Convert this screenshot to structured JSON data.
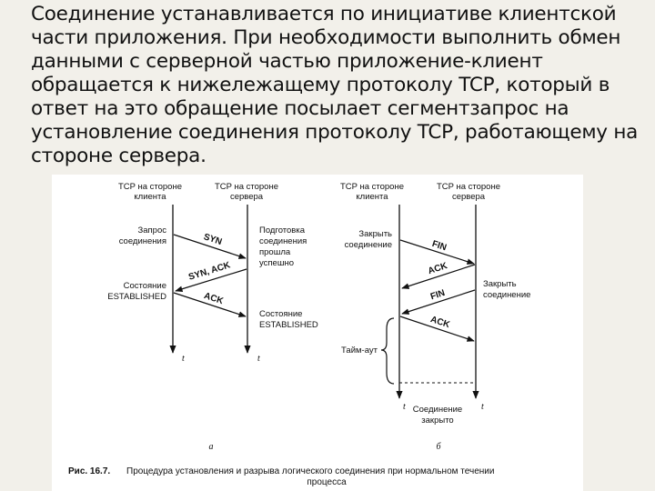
{
  "slide": {
    "paragraph": "Соединение устанавливается по инициативе клиентской части приложения. При необходимости выполнить обмен данными с серверной частью приложение-клиент обращается к нижележащему протоколу TCP, который в ответ на это обращение посылает сегментзапрос на установление соединения протоколу TCP, работающему на стороне сервера."
  },
  "figure": {
    "a": {
      "client_header": [
        "TCP на стороне",
        "клиента"
      ],
      "server_header": [
        "TCP на стороне",
        "сервера"
      ],
      "request_label": [
        "Запрос",
        "соединения"
      ],
      "prepare_label": [
        "Подготовка",
        "соединения",
        "прошла",
        "успешно"
      ],
      "client_state": [
        "Состояние",
        "ESTABLISHED"
      ],
      "server_state": [
        "Состояние",
        "ESTABLISHED"
      ],
      "msg_syn": "SYN",
      "msg_synack": "SYN, ACK",
      "msg_ack": "ACK",
      "time_label": "t",
      "sublabel": "а"
    },
    "b": {
      "client_header": [
        "TCP на стороне",
        "клиента"
      ],
      "server_header": [
        "TCP на стороне",
        "сервера"
      ],
      "close_client": [
        "Закрыть",
        "соединение"
      ],
      "close_server": [
        "Закрыть",
        "соединение"
      ],
      "timeout_label": "Тайм-аут",
      "closed_label": [
        "Соединение",
        "закрыто"
      ],
      "msg_fin1": "FIN",
      "msg_ack1": "ACK",
      "msg_fin2": "FIN",
      "msg_ack2": "ACK",
      "time_label": "t",
      "sublabel": "б"
    },
    "caption": {
      "prefix": "Рис. 16.7.",
      "line1": "Процедура установления и разрыва логического соединения при нормальном течении",
      "line2": "процесса"
    }
  }
}
